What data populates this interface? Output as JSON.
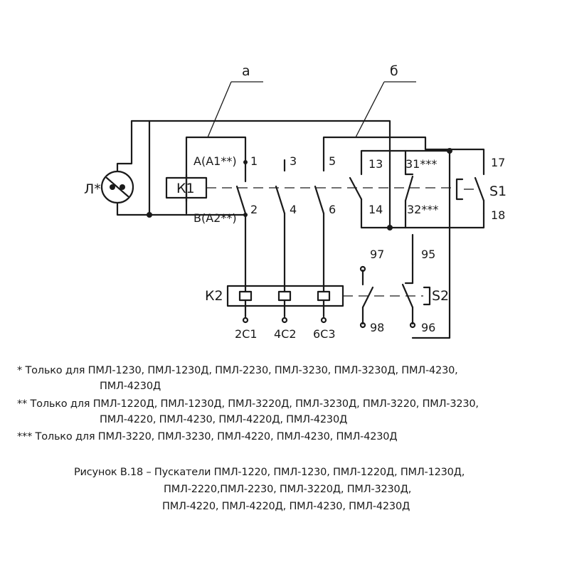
{
  "diagram": {
    "callouts": {
      "a": "а",
      "b": "б"
    },
    "lamp": "Л*",
    "terminals": {
      "a_coil_top": "А(А1**)",
      "b_coil_bottom": "В(А2**)",
      "t1": "1",
      "t3": "3",
      "t5": "5",
      "t2": "2",
      "t4": "4",
      "t6": "6",
      "t13": "13",
      "t14": "14",
      "t31": "31***",
      "t32": "32***",
      "t17": "17",
      "t18": "18",
      "t97": "97",
      "t98": "98",
      "t95": "95",
      "t96": "96"
    },
    "components": {
      "k1": "К1",
      "k2": "К2",
      "s1": "S1",
      "s2": "S2"
    },
    "outputs": [
      "2С1",
      "4С2",
      "6С3"
    ]
  },
  "notes": [
    "* Только для ПМЛ-1230, ПМЛ-1230Д, ПМЛ-2230, ПМЛ-3230, ПМЛ-3230Д, ПМЛ-4230,",
    "ПМЛ-4230Д",
    "** Только для ПМЛ-1220Д, ПМЛ-1230Д, ПМЛ-3220Д, ПМЛ-3230Д, ПМЛ-3220, ПМЛ-3230,",
    "ПМЛ-4220, ПМЛ-4230, ПМЛ-4220Д, ПМЛ-4230Д",
    "*** Только для ПМЛ-3220, ПМЛ-3230, ПМЛ-4220, ПМЛ-4230, ПМЛ-4230Д"
  ],
  "caption": [
    "Рисунок В.18 – Пускатели ПМЛ-1220, ПМЛ-1230, ПМЛ-1220Д, ПМЛ-1230Д,",
    "ПМЛ-2220,ПМЛ-2230, ПМЛ-3220Д, ПМЛ-3230Д,",
    "ПМЛ-4220,  ПМЛ-4220Д, ПМЛ-4230, ПМЛ-4230Д"
  ]
}
